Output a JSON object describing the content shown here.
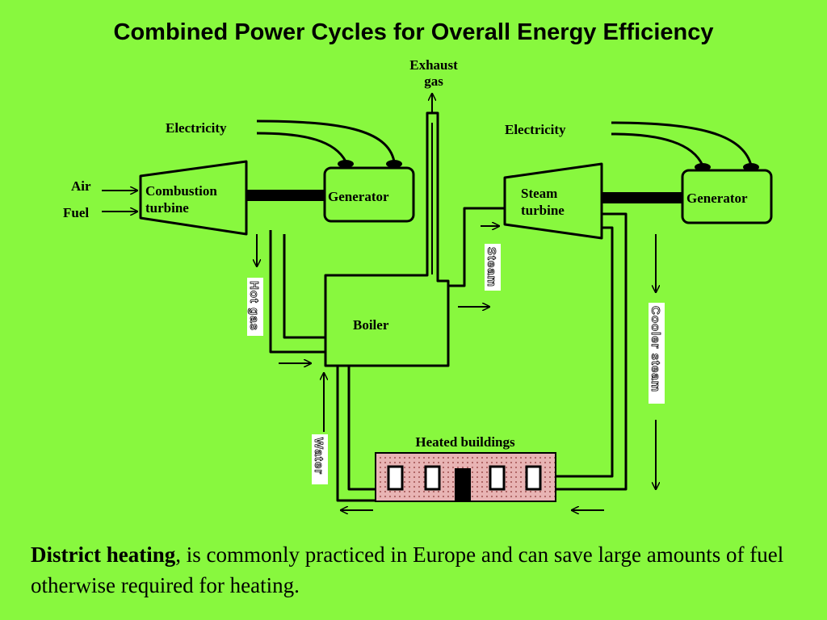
{
  "title": "Combined Power Cycles for Overall Energy Efficiency",
  "diagram": {
    "exhaust_line1": "Exhaust",
    "exhaust_line2": "gas",
    "electricity_left": "Electricity",
    "electricity_right": "Electricity",
    "air": "Air",
    "fuel": "Fuel",
    "combustion_line1": "Combustion",
    "combustion_line2": "turbine",
    "generator_left": "Generator",
    "generator_right": "Generator",
    "steam_turbine_line1": "Steam",
    "steam_turbine_line2": "turbine",
    "boiler": "Boiler",
    "hot_gas": "Hot gas",
    "steam": "Steam",
    "cooler_steam": "Cooler steam",
    "water": "Water",
    "heated_buildings": "Heated buildings"
  },
  "caption": {
    "bold": "District heating",
    "rest": ", is commonly practiced in Europe and can save large amounts of fuel otherwise required for heating."
  },
  "colors": {
    "background": "#88f83e",
    "building": "#e8b4b4"
  }
}
